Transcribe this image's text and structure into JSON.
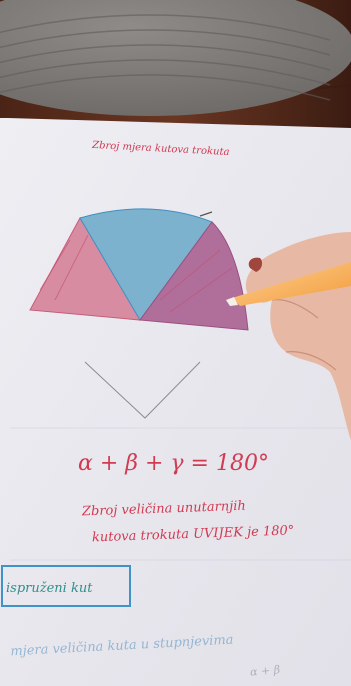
{
  "photo": {
    "colors": {
      "wood": "#5a2e1c",
      "wood_dark": "#3a1a10",
      "placemat": "#7e7a78",
      "paper": "#e9e7ee",
      "ink_red": "#d23a52",
      "ink_blue": "#3f93c8",
      "ink_teal": "#2f8f8c",
      "fill_pink": "#d88ca2",
      "fill_blue": "#7db2cf",
      "fill_purple": "#b06f9a",
      "skin": "#e7b9a5",
      "pen_orange": "#f7b25b"
    },
    "page_title": "Zbroj mjera kutova trokuta",
    "equation": "α + β + γ = 180°",
    "statement_line1": "Zbroj veličina unutarnjih",
    "statement_line2": "kutova trokuta UVIJEK je 180°",
    "box_label": "ispruženi kut",
    "bottom_text": "mjera veličina kuta u stupnjevima",
    "corner_text": "α + β"
  }
}
